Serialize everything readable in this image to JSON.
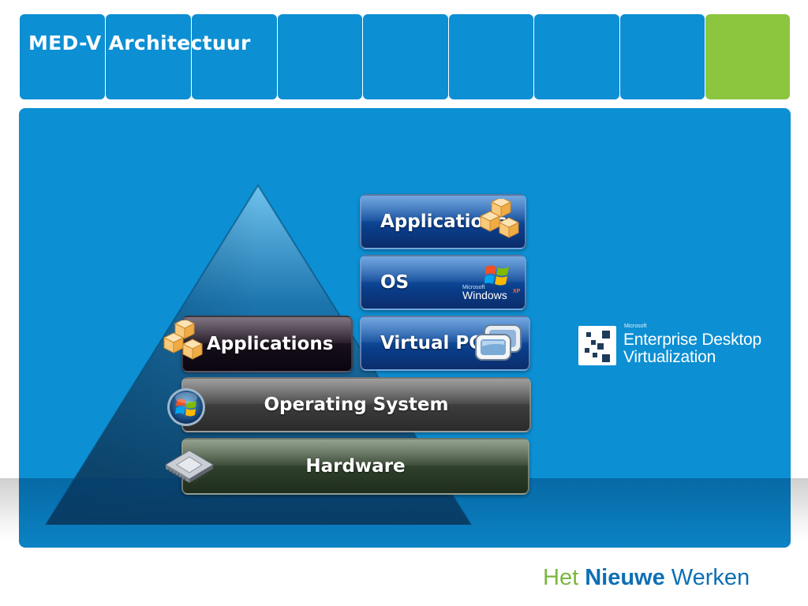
{
  "slide": {
    "title": "MED-V Architectuur"
  },
  "stack": {
    "virtual_applications": "Applications",
    "virtual_os": "OS",
    "virtual_pc": "Virtual PC",
    "host_applications": "Applications",
    "operating_system": "Operating System",
    "hardware": "Hardware"
  },
  "os_logo": {
    "text": "Windows",
    "sup": "XP",
    "microsoft": "Microsoft"
  },
  "product_logo": {
    "small": "Microsoft",
    "line1": "Enterprise Desktop",
    "line2": "Virtualization"
  },
  "footer": {
    "word1": "Het",
    "word2": "Nieuwe",
    "word3": "Werken"
  },
  "colors": {
    "brand_blue": "#0d8fd3",
    "accent_green": "#8cc63f",
    "footer_blue": "#0e6fb3",
    "footer_green": "#7ab73f"
  },
  "icons": [
    "cubes-icon",
    "windows-flag-icon",
    "virtual-pc-icon",
    "windows-orb-icon",
    "chip-icon",
    "medv-logo-mark"
  ]
}
